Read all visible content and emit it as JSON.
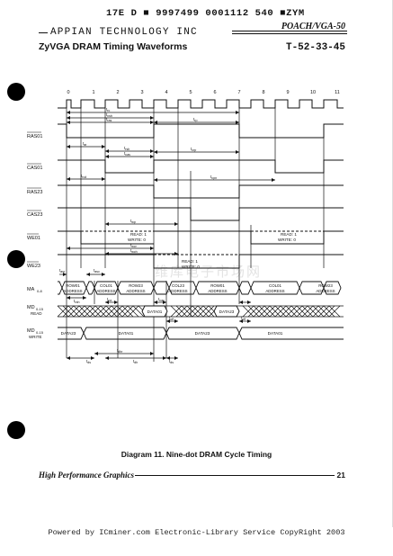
{
  "header": {
    "scan_line": "17E D ■ 9997499 0001112 540 ■ZYM",
    "company": "APPIAN TECHNOLOGY INC",
    "series": "POACH/VGA-50",
    "section_title": "ZyVGA DRAM Timing Waveforms",
    "doc_code": "T-52-33-45"
  },
  "diagram": {
    "clock_ticks": [
      "0",
      "1",
      "2",
      "3",
      "4",
      "5",
      "6",
      "7",
      "8",
      "9",
      "10",
      "11"
    ],
    "signals": {
      "ras01": "RAS01",
      "cas01": "CAS01",
      "ras23": "RAS23",
      "cas23": "CAS23",
      "we01": "WE01",
      "we23": "WE23",
      "ma": "MA",
      "ma_sub": "0-8",
      "md_read": "MD",
      "md_read_sub": "0-15",
      "md_read_tag": "READ",
      "md_write": "MD",
      "md_write_sub": "0-15",
      "md_write_tag": "WRITE"
    },
    "timing": {
      "trc": "t",
      "trc_sub": "rc",
      "tcsh": "t",
      "tcsh_sub": "csh",
      "tras": "t",
      "tras_sub": "ras",
      "trp": "t",
      "trp_sub": "rp",
      "tar": "t",
      "tar_sub": "ar",
      "trsh": "t",
      "trsh_sub": "rsh",
      "tcas": "t",
      "tcas_sub": "cas",
      "tcrp": "t",
      "tcrp_sub": "crp",
      "trcd": "t",
      "trcd_sub": "rcd",
      "tcpn": "t",
      "tcpn_sub": "cpn",
      "twp": "t",
      "twp_sub": "wp",
      "twcr": "t",
      "twcr_sub": "wcr",
      "twch": "t",
      "twch_sub": "wch",
      "tasr": "t",
      "tasr_sub": "asr",
      "tasc": "t",
      "tasc_sub": "asc",
      "trah": "t",
      "trah_sub": "rah",
      "tca": "t",
      "tca_sub": "ca",
      "tcac": "t",
      "tcac_sub": "cac",
      "toff": "t",
      "toff_sub": "off",
      "toff2": "t",
      "toff2_sub": "off",
      "tds": "t",
      "tds_sub": "ds",
      "tdh": "t",
      "tdh_sub": "dh",
      "tdhr": "t",
      "tdhr_sub": "dhr",
      "tds2": "t",
      "tds2_sub": "ds"
    },
    "we_labels": {
      "read1": "READ: 1",
      "write0": "WRITE: 0",
      "read1b": "READ: 1",
      "write0b": "WRITE: 0",
      "read1c": "READ: 1",
      "write0c": "WRITE: 0"
    },
    "ma_values": {
      "row01": "ROW01",
      "addr1": "ADDRESS",
      "col01": "COL01",
      "addr2": "ADDRESS",
      "row23": "ROW23",
      "addr3": "ADDRESS",
      "col23": "COL23",
      "addr4": "ADDRESS",
      "row01b": "ROW01",
      "addr5": "ADDRESS",
      "col01b": "COL01",
      "addr6": "ADDRESS",
      "row23b": "ROW23",
      "addr7": "ADDRESS"
    },
    "md_read_values": {
      "data01": "DATA01",
      "data23": "DATA23"
    },
    "md_write_values": {
      "data23": "DATA23",
      "data01": "DATA01",
      "data23b": "DATA23",
      "data01b": "DATA01"
    }
  },
  "caption": "Diagram 11. Nine-dot DRAM Cycle Timing",
  "footer": {
    "left": "High Performance Graphics",
    "page": "21"
  },
  "watermark": "维库电子市场网",
  "powered": "Powered by ICminer.com Electronic-Library Service CopyRight 2003"
}
